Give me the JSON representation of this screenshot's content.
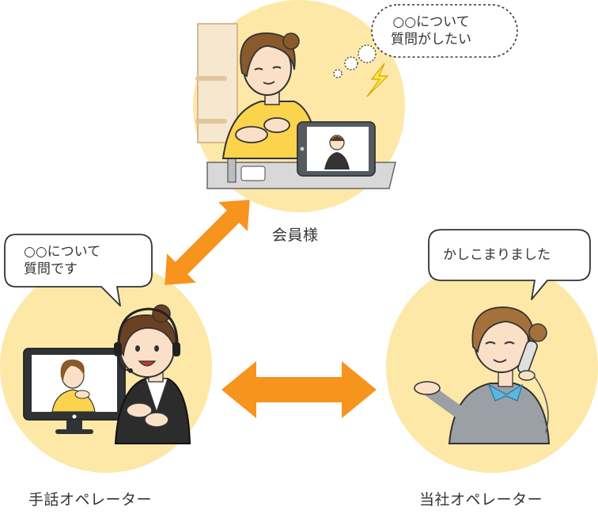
{
  "nodes": {
    "member": {
      "label": "会員様",
      "bubble_line1": "○○について",
      "bubble_line2": "質問がしたい"
    },
    "sign_operator": {
      "label": "手話オペレーター",
      "bubble_line1": "○○について",
      "bubble_line2": "質問です"
    },
    "company_operator": {
      "label": "当社オペレーター",
      "bubble_line1": "かしこまりました"
    }
  },
  "colors": {
    "circle_fill": "#fde8a8",
    "arrow_orange": "#f7941d",
    "bubble_border": "#333333",
    "skin": "#fbe0c8",
    "hair": "#8a5a2b",
    "shirt_yellow": "#fcd34d",
    "suit_gray": "#9aa0a6",
    "scarf_blue": "#5bb6e0"
  },
  "icons": {
    "thought_bubble": "thought-bubble-icon",
    "lightning": "lightning-bolt-icon",
    "double_arrow": "double-arrow-icon",
    "headset": "headset-icon",
    "telephone": "telephone-icon"
  }
}
